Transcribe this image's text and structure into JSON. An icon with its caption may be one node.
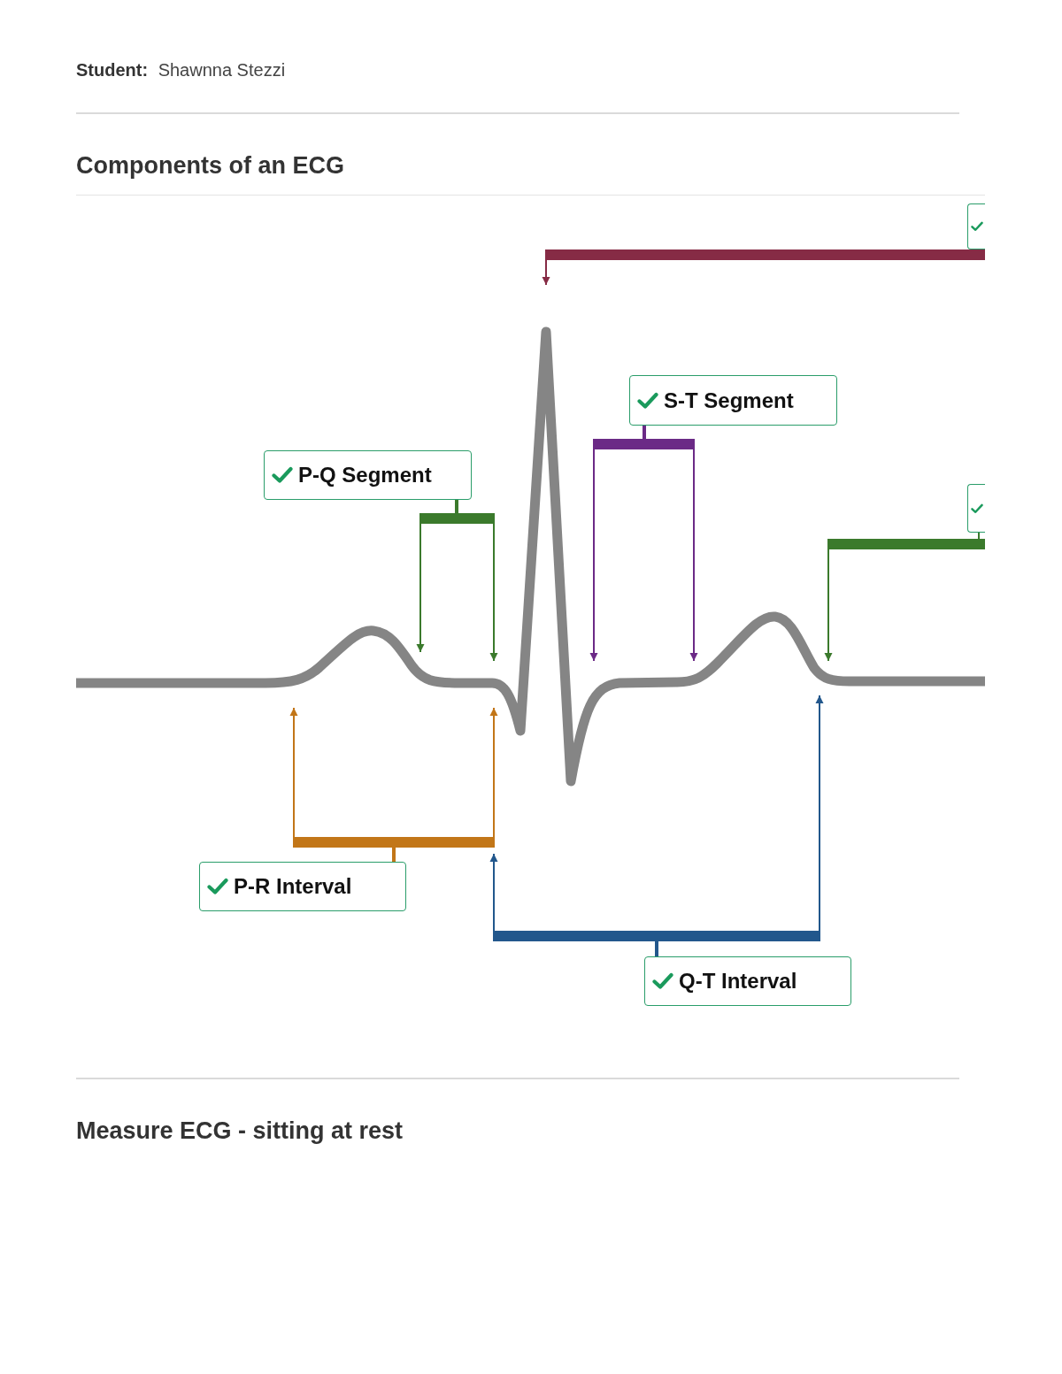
{
  "diagram": {
    "title": "Components of an ECG",
    "nodes": [
      {
        "text": [],
        "shape": "box"
      },
      {
        "text": [
          "S-T Segment"
        ]
      },
      {
        "text": [
          "P-Q Segment"
        ]
      },
      {
        "text": [],
        "shape": "box"
      },
      {
        "text": [
          "P-R Interval"
        ]
      },
      {
        "text": [
          "Q-T Interval"
        ]
      }
    ],
    "edges": [
      {
        "from": 0,
        "to": null,
        "arrow": "to",
        "color": "#862b45"
      },
      {
        "from": 1,
        "to": null,
        "arrow": "to",
        "color": "#6b2a86"
      },
      {
        "from": 1,
        "to": null,
        "arrow": "to",
        "color": "#6b2a86"
      },
      {
        "from": 2,
        "to": null,
        "arrow": "to",
        "color": "#3b7a2c"
      },
      {
        "from": 2,
        "to": null,
        "arrow": "to",
        "color": "#3b7a2c"
      },
      {
        "from": 3,
        "to": null,
        "arrow": "to",
        "color": "#3b7a2c"
      },
      {
        "from": 4,
        "to": null,
        "arrow": "to",
        "color": "#c27618"
      },
      {
        "from": 4,
        "to": null,
        "arrow": "to",
        "color": "#c27618"
      },
      {
        "from": 5,
        "to": null,
        "arrow": "to",
        "color": "#22578c"
      },
      {
        "from": 5,
        "to": null,
        "arrow": "to",
        "color": "#22578c"
      }
    ],
    "labels": [
      "**Student:** Shawnna Stezzi",
      "Measure ECG - sitting at rest"
    ]
  }
}
